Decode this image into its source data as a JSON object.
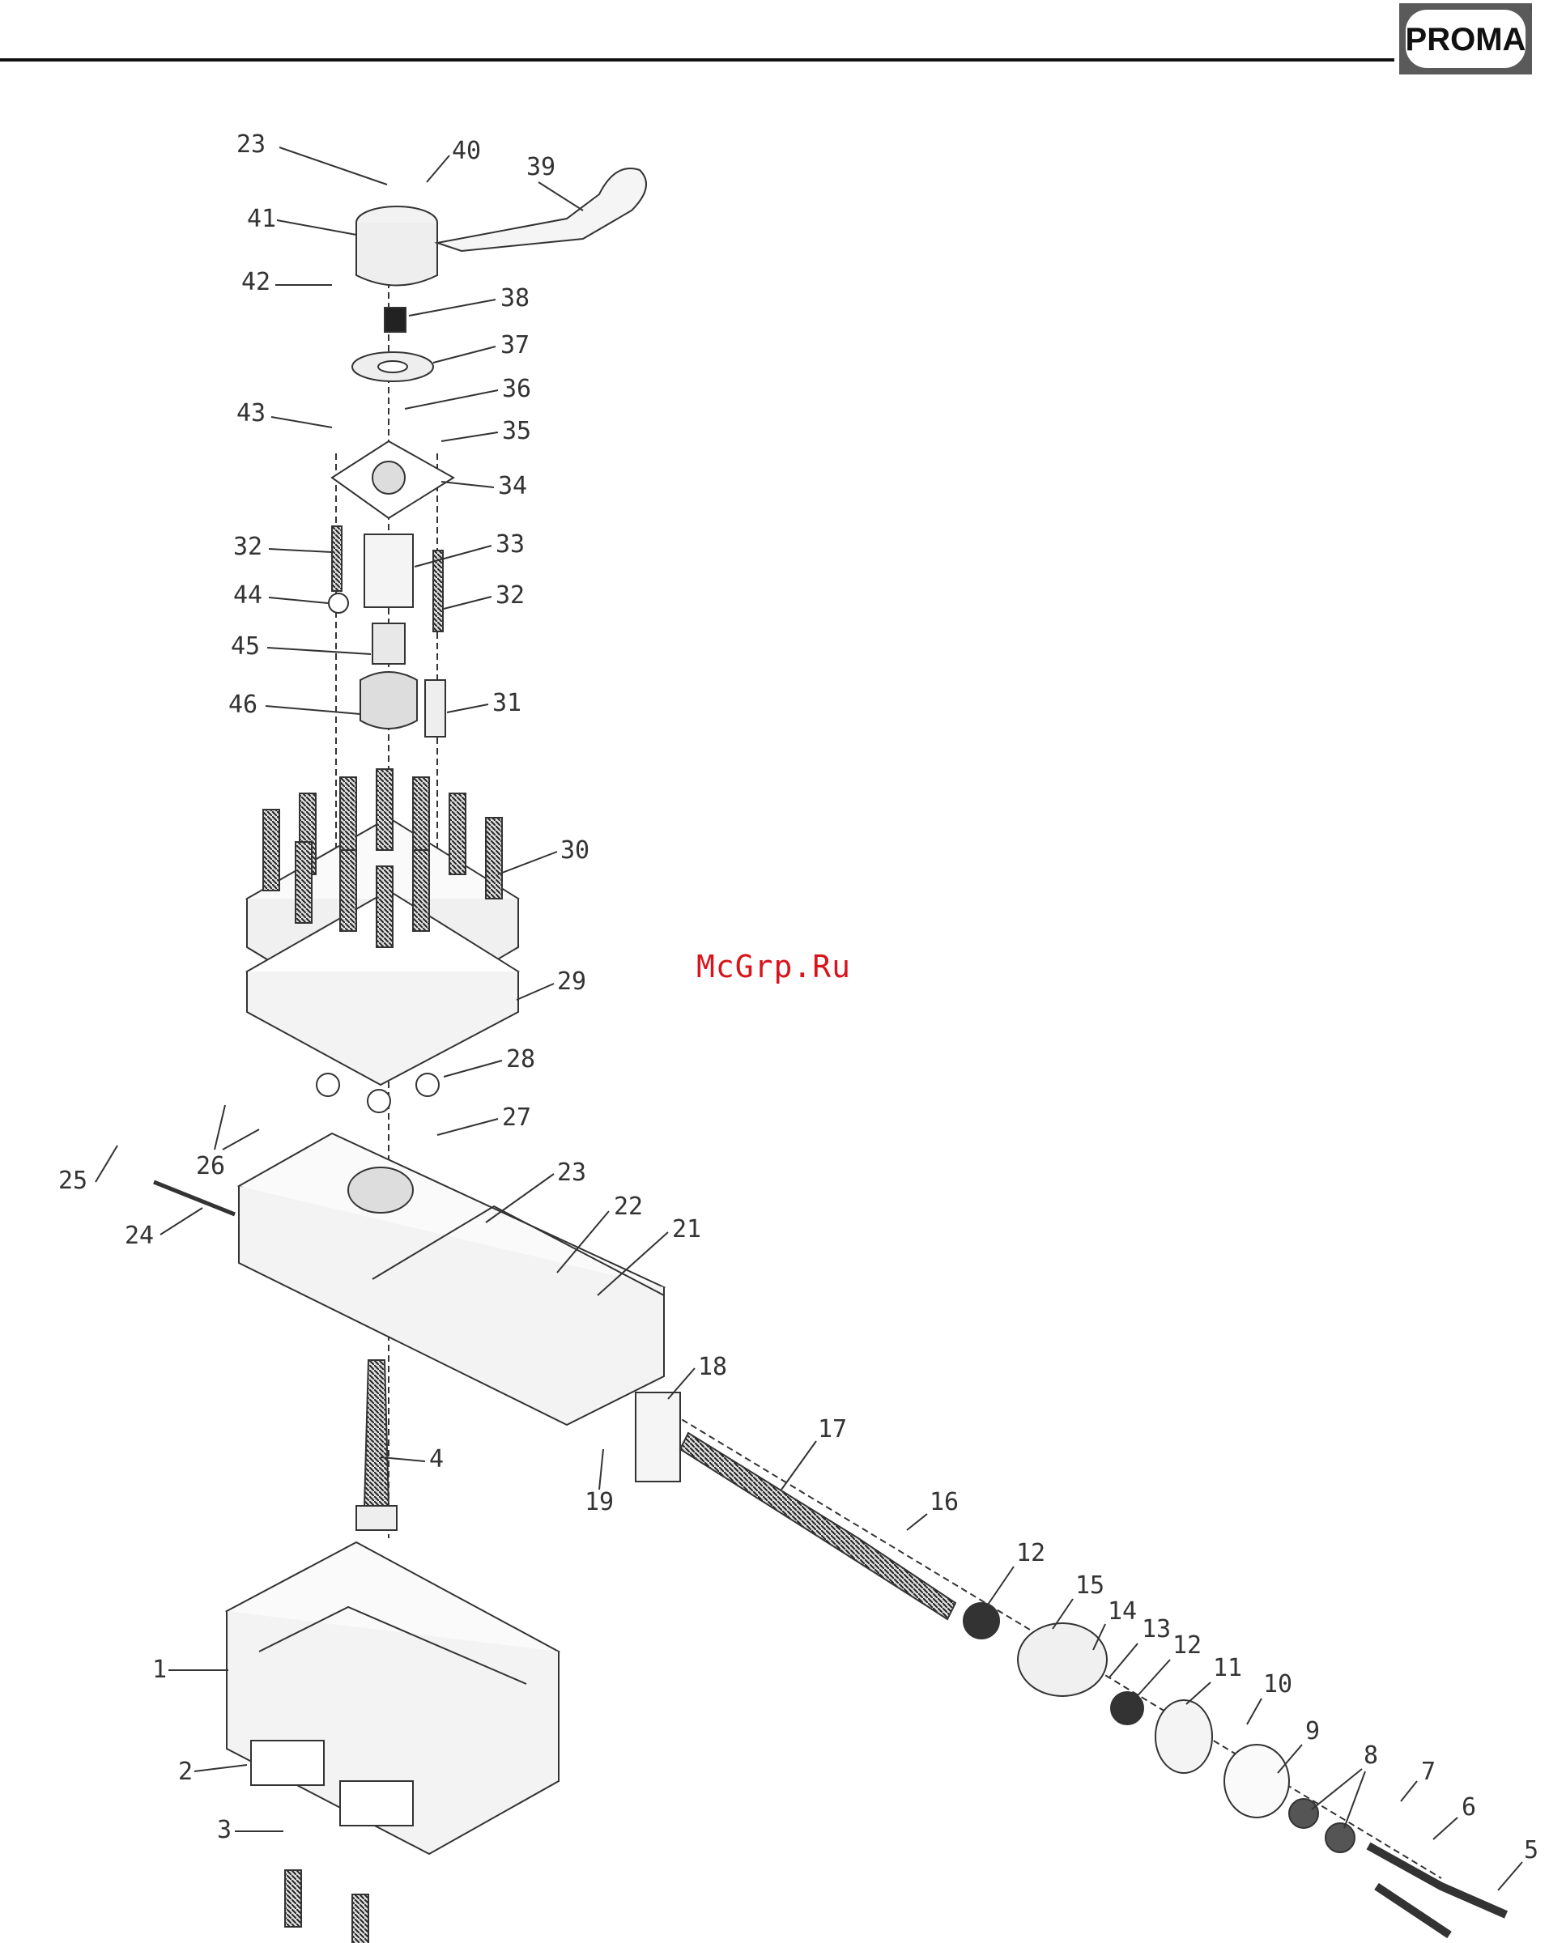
{
  "brand": {
    "logo_text": "PROMA",
    "registered_mark": "®"
  },
  "watermark": "McGrp.Ru",
  "parts": [
    "23",
    "40",
    "39",
    "41",
    "42",
    "38",
    "37",
    "36",
    "43",
    "35",
    "34",
    "32",
    "33",
    "44",
    "32",
    "45",
    "46",
    "31",
    "30",
    "29",
    "28",
    "27",
    "26",
    "25",
    "24",
    "23",
    "22",
    "21",
    "18",
    "4",
    "19",
    "17",
    "16",
    "12",
    "15",
    "14",
    "13",
    "12",
    "11",
    "10",
    "9",
    "8",
    "7",
    "6",
    "5",
    "1",
    "2",
    "3"
  ],
  "colors": {
    "watermark": "#d8141c",
    "rule": "#111111",
    "logo_bg": "#5a5a5a"
  }
}
